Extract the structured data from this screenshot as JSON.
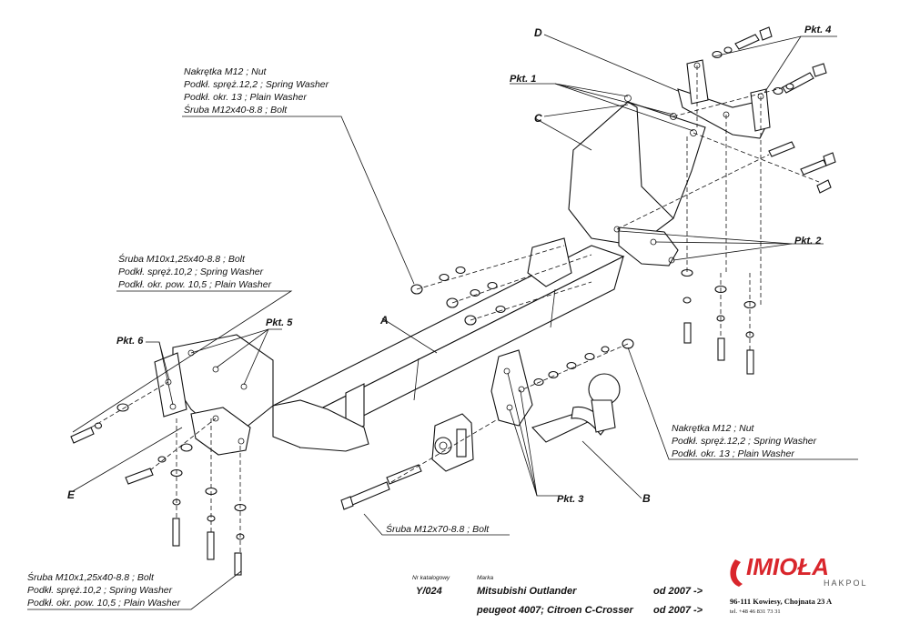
{
  "labels": {
    "nut_top": [
      "Nakrętka  M12 ; Nut",
      "Podkł. spręż.12,2 ; Spring Washer",
      "Podkł. okr. 13 ; Plain Washer",
      "Śruba M12x40-8.8 ;  Bolt"
    ],
    "bolt_left": [
      "Śruba M10x1,25x40-8.8 ;  Bolt",
      "Podkł. spręż.10,2 ; Spring Washer",
      "Podkł. okr. pow. 10,5 ; Plain Washer"
    ],
    "nut_right": [
      "Nakrętka  M12 ; Nut",
      "Podkł. spręż.12,2 ; Spring Washer",
      "Podkł. okr. 13 ; Plain Washer"
    ],
    "bolt_m12x70": "Śruba M12x70-8.8 ;  Bolt",
    "bolt_bottom": [
      "Śruba M10x1,25x40-8.8 ;  Bolt",
      "Podkł. spręż.10,2 ; Spring Washer",
      "Podkł. okr. pow. 10,5 ; Plain Washer"
    ]
  },
  "points": {
    "pkt1": "Pkt. 1",
    "pkt2": "Pkt. 2",
    "pkt3": "Pkt. 3",
    "pkt4": "Pkt. 4",
    "pkt5": "Pkt. 5",
    "pkt6": "Pkt. 6"
  },
  "parts": {
    "a": "A",
    "b": "B",
    "c": "C",
    "d": "D",
    "e": "E"
  },
  "catalog": {
    "nr_label": "Nr katalogowy",
    "nr_value": "Y/024",
    "marka_label": "Marka",
    "model1": "Mitsubishi Outlander",
    "model1_date": "od  2007 ->",
    "model2": "peugeot 4007; Citroen C-Crosser",
    "model2_date": "od  2007 ->"
  },
  "brand": {
    "name": "IMIOŁA",
    "sub": "HAKPOL",
    "address": "96-111 Kowiesy, Chojnata 23 A",
    "tel": "tel. +48 46 831 73 31",
    "accent": "#d9262c"
  }
}
